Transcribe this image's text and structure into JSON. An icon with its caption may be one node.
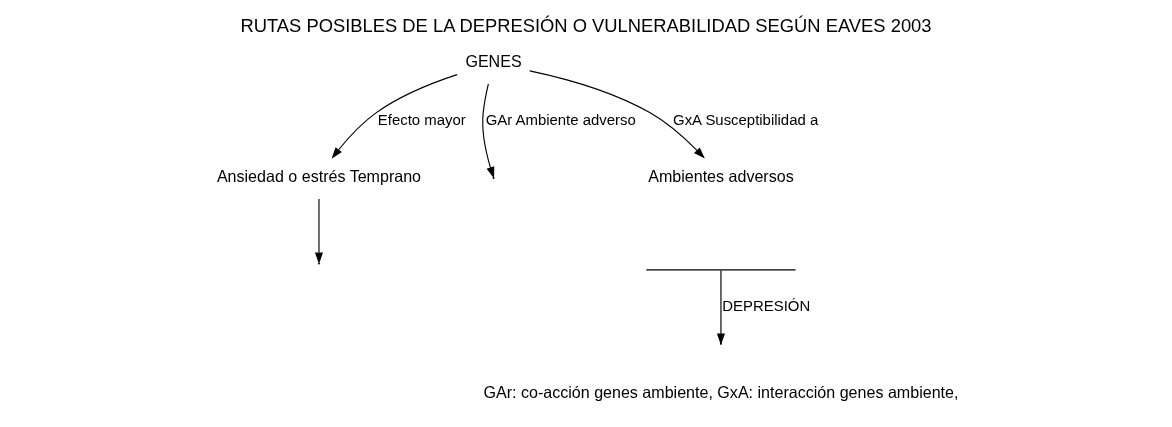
{
  "diagram": {
    "title": "RUTAS POSIBLES DE LA DEPRESIÓN O VULNERABILIDAD SEGÚN EAVES 2003",
    "nodes": [
      {
        "text": [
          "GENES"
        ]
      },
      {
        "text": [
          "Ansiedad o estrés Temprano"
        ]
      },
      {
        "text": [
          "Ambientes adversos"
        ]
      },
      {
        "text": [],
        "shape": "brace"
      }
    ],
    "edges": [
      {
        "from": 0,
        "to": 1,
        "arrow": "to",
        "label": "Efecto mayor"
      },
      {
        "from": 0,
        "to": null,
        "arrow": "to",
        "label": "GAr Ambiente adverso"
      },
      {
        "from": 0,
        "to": 2,
        "arrow": "to",
        "label": "GxA Susceptibilidad a"
      },
      {
        "from": 3,
        "to": null,
        "arrow": "to",
        "label": "DEPRESIÓN"
      },
      {
        "from": 1,
        "to": null,
        "arrow": "to"
      }
    ],
    "labels": [
      "GAr: co-acción genes ambiente, GxA: interacción genes ambiente,"
    ]
  }
}
